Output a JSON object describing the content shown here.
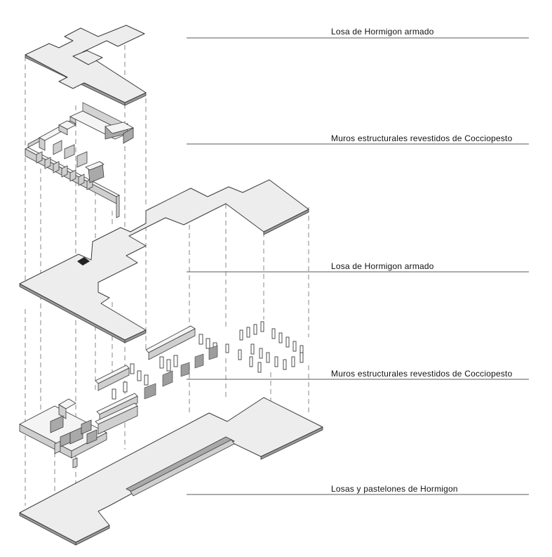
{
  "layers": [
    {
      "id": "roof-slab",
      "label": "Losa de Hormigon armado"
    },
    {
      "id": "upper-walls",
      "label": "Muros estructurales revestidos de Cocciopesto"
    },
    {
      "id": "mid-slab",
      "label": "Losa de Hormigon armado"
    },
    {
      "id": "lower-walls",
      "label": "Muros estructurales revestidos de Cocciopesto"
    },
    {
      "id": "ground-slab",
      "label": "Losas y pastelones de Hormigon"
    }
  ],
  "colors": {
    "slab": "#ededed",
    "line": "#3a3a3a",
    "wall": "#cfcfcf"
  }
}
